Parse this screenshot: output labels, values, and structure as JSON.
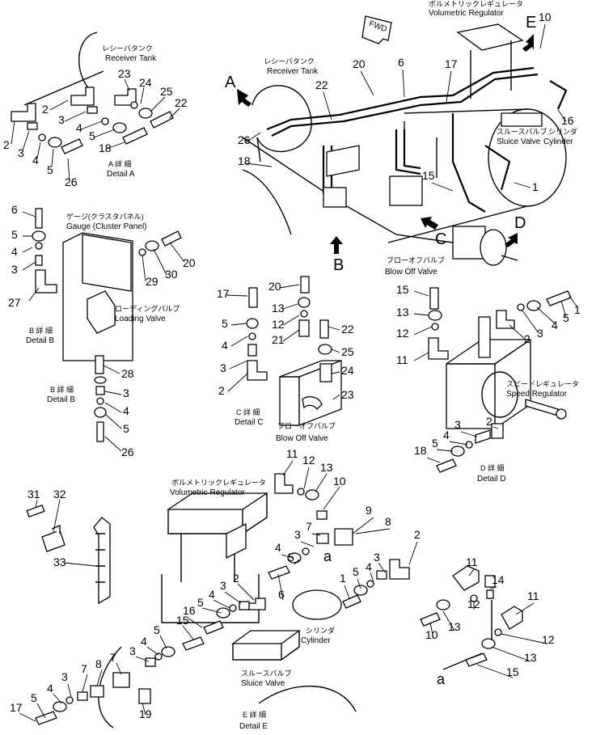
{
  "fwd": "FWD",
  "labels": {
    "vol_reg_jp": "ボルメトリックレギュレータ",
    "vol_reg_en": "Volumetric Regulator",
    "recv_tank_jp": "レシーバタンク",
    "recv_tank_en": "Receiver Tank",
    "sluice_jp": "スルースバルブ",
    "sluice_en": "Sluice Valve",
    "cylinder_jp": "シリンダ",
    "cylinder_en": "Cylinder",
    "blow_off_jp": "ブローオフバルブ",
    "blow_off_en": "Blow Off Valve",
    "gauge_jp": "ゲージ(クラスタパネル)",
    "gauge_en": "Gauge (Cluster Panel)",
    "loading_jp": "ローディングバルブ",
    "loading_en": "Loading Valve",
    "speed_reg_jp": "スピードレギュレータ",
    "speed_reg_en": "Speed Regulator"
  },
  "details": {
    "a_jp": "A 詳 細",
    "a_en": "Detail A",
    "b_jp": "B 詳 細",
    "b_en": "Detail B",
    "c_jp": "C 詳 細",
    "c_en": "Detail C",
    "d_jp": "D 詳 細",
    "d_en": "Detail D",
    "e_jp": "E 詳 細",
    "e_en": "Detail E"
  },
  "view_letters": {
    "a": "A",
    "b": "B",
    "c": "C",
    "d": "D",
    "e": "E",
    "ref_a": "a"
  },
  "callouts": {
    "n1": "1",
    "n2": "2",
    "n3": "3",
    "n4": "4",
    "n5": "5",
    "n6": "6",
    "n7": "7",
    "n8": "8",
    "n9": "9",
    "n10": "10",
    "n11": "11",
    "n12": "12",
    "n13": "13",
    "n14": "14",
    "n15": "15",
    "n16": "16",
    "n17": "17",
    "n18": "18",
    "n19": "19",
    "n20": "20",
    "n21": "21",
    "n22": "22",
    "n23": "23",
    "n24": "24",
    "n25": "25",
    "n26": "26",
    "n27": "27",
    "n28": "28",
    "n29": "29",
    "n30": "30",
    "n31": "31",
    "n32": "32",
    "n33": "33"
  }
}
